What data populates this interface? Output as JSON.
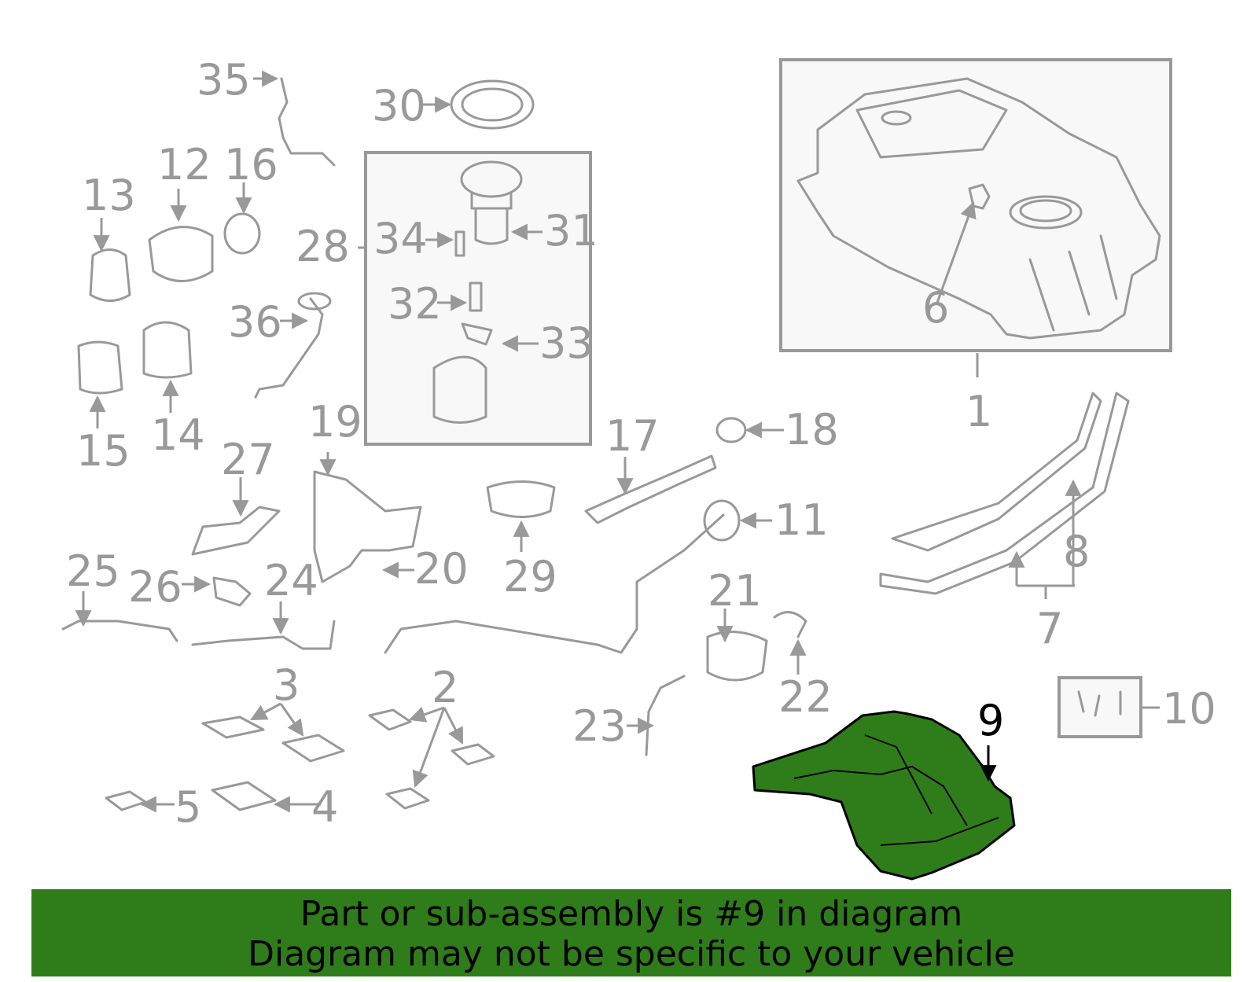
{
  "diagram": {
    "highlight_color": "#2e7d1a",
    "highlighted_part": "9",
    "callouts": [
      "1",
      "2",
      "3",
      "4",
      "5",
      "6",
      "7",
      "8",
      "9",
      "10",
      "11",
      "12",
      "13",
      "14",
      "15",
      "16",
      "17",
      "18",
      "19",
      "20",
      "21",
      "22",
      "23",
      "24",
      "25",
      "26",
      "27",
      "28",
      "29",
      "30",
      "31",
      "32",
      "33",
      "34",
      "35",
      "36"
    ]
  },
  "banner": {
    "line1": "Part or sub-assembly is #9 in diagram",
    "line2": "Diagram may not be specific to your vehicle",
    "background": "#2e7d1a"
  }
}
